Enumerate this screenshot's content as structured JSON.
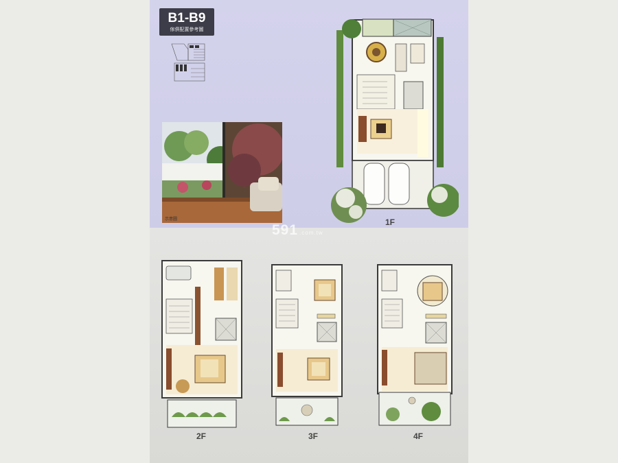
{
  "badge": {
    "code": "B1-B9",
    "subtitle": "傢俱配置參考圖"
  },
  "photo": {
    "caption": "示意圖"
  },
  "floors": {
    "f1": "1F",
    "f2": "2F",
    "f3": "3F",
    "f4": "4F"
  },
  "watermark": {
    "brand": "591",
    "domain": ".com.tw"
  }
}
